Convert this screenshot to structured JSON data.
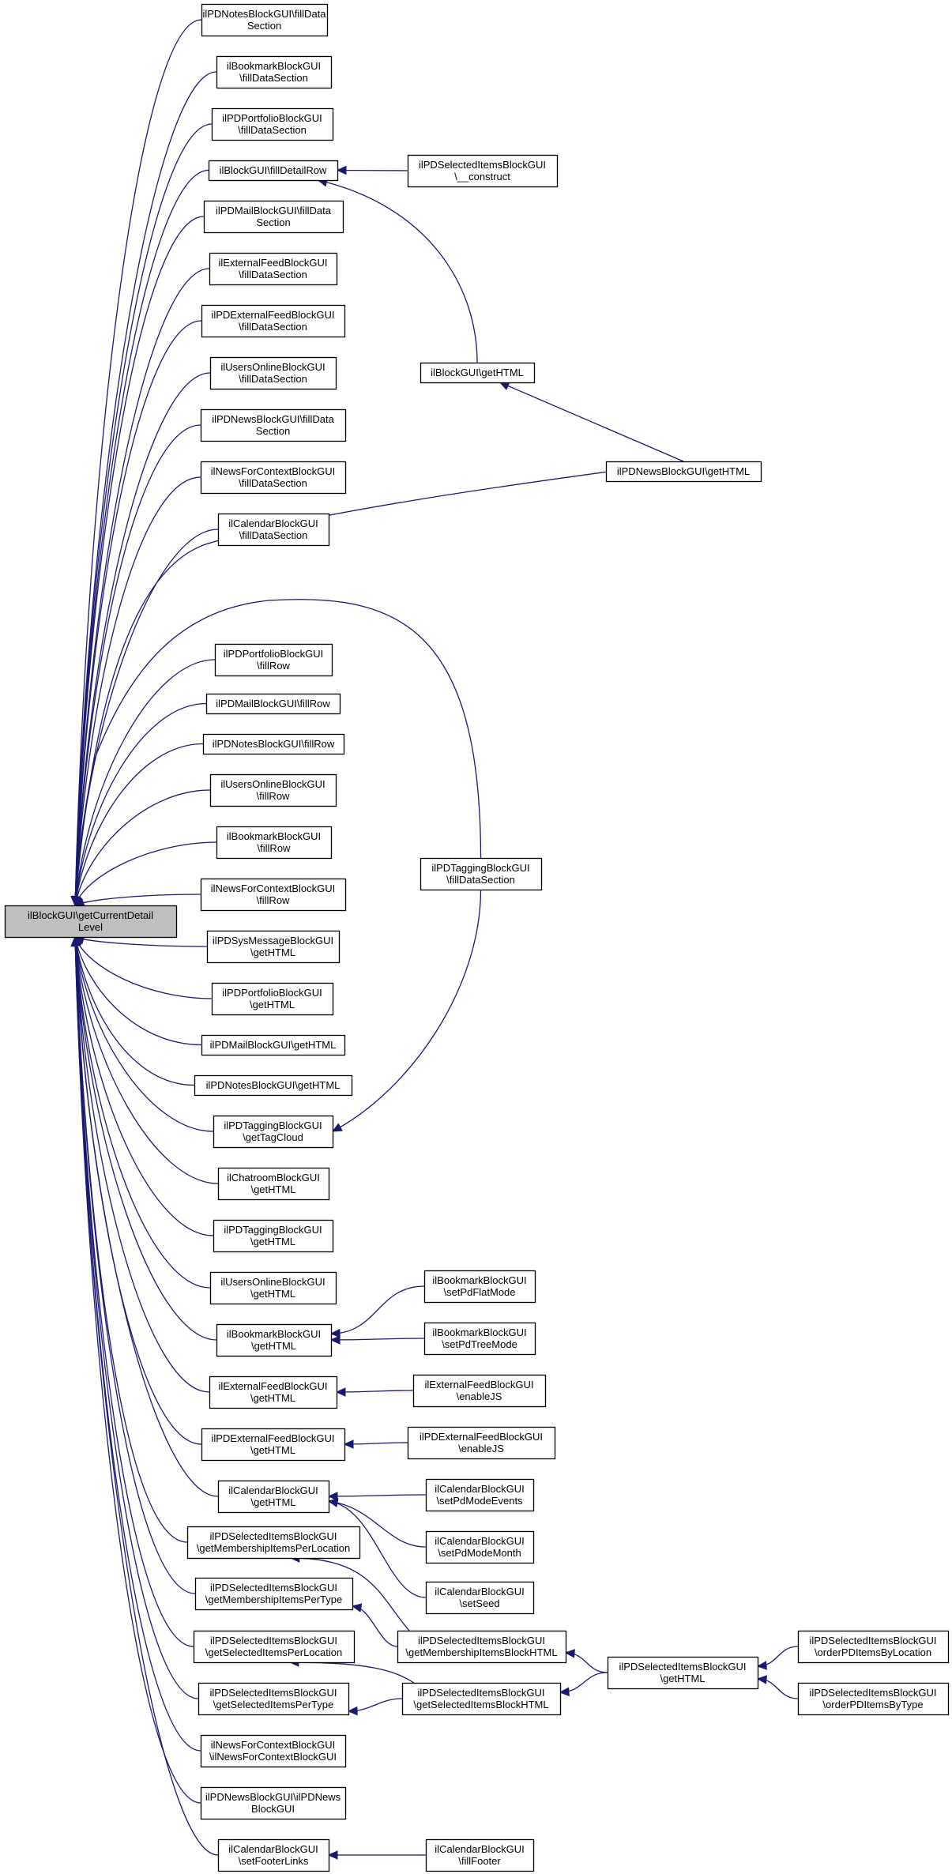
{
  "diagram": {
    "root": {
      "id": "root",
      "lines": [
        "ilBlockGUI\\getCurrentDetail",
        "Level"
      ]
    },
    "nodes": [
      {
        "id": "n1",
        "lines": [
          "ilPDNotesBlockGUI\\fillData",
          "Section"
        ]
      },
      {
        "id": "n2",
        "lines": [
          "ilBookmarkBlockGUI",
          "\\fillDataSection"
        ]
      },
      {
        "id": "n3",
        "lines": [
          "ilPDPortfolioBlockGUI",
          "\\fillDataSection"
        ]
      },
      {
        "id": "n4",
        "lines": [
          "ilBlockGUI\\fillDetailRow"
        ]
      },
      {
        "id": "n5",
        "lines": [
          "ilPDMailBlockGUI\\fillData",
          "Section"
        ]
      },
      {
        "id": "n6",
        "lines": [
          "ilExternalFeedBlockGUI",
          "\\fillDataSection"
        ]
      },
      {
        "id": "n7",
        "lines": [
          "ilPDExternalFeedBlockGUI",
          "\\fillDataSection"
        ]
      },
      {
        "id": "n8",
        "lines": [
          "ilUsersOnlineBlockGUI",
          "\\fillDataSection"
        ]
      },
      {
        "id": "n9",
        "lines": [
          "ilPDNewsBlockGUI\\fillData",
          "Section"
        ]
      },
      {
        "id": "n10",
        "lines": [
          "ilNewsForContextBlockGUI",
          "\\fillDataSection"
        ]
      },
      {
        "id": "n11",
        "lines": [
          "ilCalendarBlockGUI",
          "\\fillDataSection"
        ]
      },
      {
        "id": "n12",
        "lines": [
          "ilPDPortfolioBlockGUI",
          "\\fillRow"
        ]
      },
      {
        "id": "n13",
        "lines": [
          "ilPDMailBlockGUI\\fillRow"
        ]
      },
      {
        "id": "n14",
        "lines": [
          "ilPDNotesBlockGUI\\fillRow"
        ]
      },
      {
        "id": "n15",
        "lines": [
          "ilUsersOnlineBlockGUI",
          "\\fillRow"
        ]
      },
      {
        "id": "n16",
        "lines": [
          "ilBookmarkBlockGUI",
          "\\fillRow"
        ]
      },
      {
        "id": "n17",
        "lines": [
          "ilNewsForContextBlockGUI",
          "\\fillRow"
        ]
      },
      {
        "id": "n18",
        "lines": [
          "ilPDSysMessageBlockGUI",
          "\\getHTML"
        ]
      },
      {
        "id": "n19",
        "lines": [
          "ilPDPortfolioBlockGUI",
          "\\getHTML"
        ]
      },
      {
        "id": "n20",
        "lines": [
          "ilPDMailBlockGUI\\getHTML"
        ]
      },
      {
        "id": "n21",
        "lines": [
          "ilPDNotesBlockGUI\\getHTML"
        ]
      },
      {
        "id": "n22",
        "lines": [
          "ilPDTaggingBlockGUI",
          "\\getTagCloud"
        ]
      },
      {
        "id": "n23",
        "lines": [
          "ilChatroomBlockGUI",
          "\\getHTML"
        ]
      },
      {
        "id": "n24",
        "lines": [
          "ilPDTaggingBlockGUI",
          "\\getHTML"
        ]
      },
      {
        "id": "n25",
        "lines": [
          "ilUsersOnlineBlockGUI",
          "\\getHTML"
        ]
      },
      {
        "id": "n26",
        "lines": [
          "ilBookmarkBlockGUI",
          "\\getHTML"
        ]
      },
      {
        "id": "n27",
        "lines": [
          "ilExternalFeedBlockGUI",
          "\\getHTML"
        ]
      },
      {
        "id": "n28",
        "lines": [
          "ilPDExternalFeedBlockGUI",
          "\\getHTML"
        ]
      },
      {
        "id": "n29",
        "lines": [
          "ilCalendarBlockGUI",
          "\\getHTML"
        ]
      },
      {
        "id": "n30",
        "lines": [
          "ilPDSelectedItemsBlockGUI",
          "\\getMembershipItemsPerLocation"
        ]
      },
      {
        "id": "n31",
        "lines": [
          "ilPDSelectedItemsBlockGUI",
          "\\getMembershipItemsPerType"
        ]
      },
      {
        "id": "n32",
        "lines": [
          "ilPDSelectedItemsBlockGUI",
          "\\getSelectedItemsPerLocation"
        ]
      },
      {
        "id": "n33",
        "lines": [
          "ilPDSelectedItemsBlockGUI",
          "\\getSelectedItemsPerType"
        ]
      },
      {
        "id": "n34",
        "lines": [
          "ilNewsForContextBlockGUI",
          "\\ilNewsForContextBlockGUI"
        ]
      },
      {
        "id": "n35",
        "lines": [
          "ilPDNewsBlockGUI\\ilPDNews",
          "BlockGUI"
        ]
      },
      {
        "id": "n36",
        "lines": [
          "ilCalendarBlockGUI",
          "\\setFooterLinks"
        ]
      },
      {
        "id": "m1",
        "lines": [
          "ilPDSelectedItemsBlockGUI",
          "\\__construct"
        ]
      },
      {
        "id": "m2",
        "lines": [
          "ilBlockGUI\\getHTML"
        ]
      },
      {
        "id": "m3",
        "lines": [
          "ilPDNewsBlockGUI\\getHTML"
        ]
      },
      {
        "id": "m4",
        "lines": [
          "ilPDTaggingBlockGUI",
          "\\fillDataSection"
        ]
      },
      {
        "id": "m5",
        "lines": [
          "ilBookmarkBlockGUI",
          "\\setPdFlatMode"
        ]
      },
      {
        "id": "m6",
        "lines": [
          "ilBookmarkBlockGUI",
          "\\setPdTreeMode"
        ]
      },
      {
        "id": "m7",
        "lines": [
          "ilExternalFeedBlockGUI",
          "\\enableJS"
        ]
      },
      {
        "id": "m8",
        "lines": [
          "ilPDExternalFeedBlockGUI",
          "\\enableJS"
        ]
      },
      {
        "id": "m9",
        "lines": [
          "ilCalendarBlockGUI",
          "\\setPdModeEvents"
        ]
      },
      {
        "id": "m10",
        "lines": [
          "ilCalendarBlockGUI",
          "\\setPdModeMonth"
        ]
      },
      {
        "id": "m11",
        "lines": [
          "ilCalendarBlockGUI",
          "\\setSeed"
        ]
      },
      {
        "id": "m12",
        "lines": [
          "ilPDSelectedItemsBlockGUI",
          "\\getMembershipItemsBlockHTML"
        ]
      },
      {
        "id": "m13",
        "lines": [
          "ilPDSelectedItemsBlockGUI",
          "\\getSelectedItemsBlockHTML"
        ]
      },
      {
        "id": "m14",
        "lines": [
          "ilCalendarBlockGUI",
          "\\fillFooter"
        ]
      },
      {
        "id": "k1",
        "lines": [
          "ilPDSelectedItemsBlockGUI",
          "\\getHTML"
        ]
      },
      {
        "id": "j1",
        "lines": [
          "ilPDSelectedItemsBlockGUI",
          "\\orderPDItemsByLocation"
        ]
      },
      {
        "id": "j2",
        "lines": [
          "ilPDSelectedItemsBlockGUI",
          "\\orderPDItemsByType"
        ]
      }
    ],
    "edges": [
      {
        "from": "n1",
        "to": "root"
      },
      {
        "from": "n2",
        "to": "root"
      },
      {
        "from": "n3",
        "to": "root"
      },
      {
        "from": "n4",
        "to": "root"
      },
      {
        "from": "n5",
        "to": "root"
      },
      {
        "from": "n6",
        "to": "root"
      },
      {
        "from": "n7",
        "to": "root"
      },
      {
        "from": "n8",
        "to": "root"
      },
      {
        "from": "n9",
        "to": "root"
      },
      {
        "from": "n10",
        "to": "root"
      },
      {
        "from": "n11",
        "to": "root"
      },
      {
        "from": "m3",
        "to": "root"
      },
      {
        "from": "m4",
        "to": "root"
      },
      {
        "from": "n12",
        "to": "root"
      },
      {
        "from": "n13",
        "to": "root"
      },
      {
        "from": "n14",
        "to": "root"
      },
      {
        "from": "n15",
        "to": "root"
      },
      {
        "from": "n16",
        "to": "root"
      },
      {
        "from": "n17",
        "to": "root"
      },
      {
        "from": "n18",
        "to": "root"
      },
      {
        "from": "n19",
        "to": "root"
      },
      {
        "from": "n20",
        "to": "root"
      },
      {
        "from": "n21",
        "to": "root"
      },
      {
        "from": "n22",
        "to": "root"
      },
      {
        "from": "n23",
        "to": "root"
      },
      {
        "from": "n24",
        "to": "root"
      },
      {
        "from": "n25",
        "to": "root"
      },
      {
        "from": "n26",
        "to": "root"
      },
      {
        "from": "n27",
        "to": "root"
      },
      {
        "from": "n28",
        "to": "root"
      },
      {
        "from": "n29",
        "to": "root"
      },
      {
        "from": "n30",
        "to": "root"
      },
      {
        "from": "n31",
        "to": "root"
      },
      {
        "from": "n32",
        "to": "root"
      },
      {
        "from": "n33",
        "to": "root"
      },
      {
        "from": "n34",
        "to": "root"
      },
      {
        "from": "n35",
        "to": "root"
      },
      {
        "from": "n36",
        "to": "root"
      },
      {
        "from": "m1",
        "to": "n4"
      },
      {
        "from": "m2",
        "to": "n4"
      },
      {
        "from": "m3",
        "to": "m2"
      },
      {
        "from": "m4",
        "to": "n22"
      },
      {
        "from": "m5",
        "to": "n26"
      },
      {
        "from": "m6",
        "to": "n26"
      },
      {
        "from": "m7",
        "to": "n27"
      },
      {
        "from": "m8",
        "to": "n28"
      },
      {
        "from": "m9",
        "to": "n29"
      },
      {
        "from": "m10",
        "to": "n29"
      },
      {
        "from": "m11",
        "to": "n29"
      },
      {
        "from": "m12",
        "to": "n30"
      },
      {
        "from": "m12",
        "to": "n31"
      },
      {
        "from": "m13",
        "to": "n32"
      },
      {
        "from": "m13",
        "to": "n33"
      },
      {
        "from": "m14",
        "to": "n36"
      },
      {
        "from": "k1",
        "to": "m12"
      },
      {
        "from": "k1",
        "to": "m13"
      },
      {
        "from": "j1",
        "to": "k1"
      },
      {
        "from": "j2",
        "to": "k1"
      }
    ]
  }
}
